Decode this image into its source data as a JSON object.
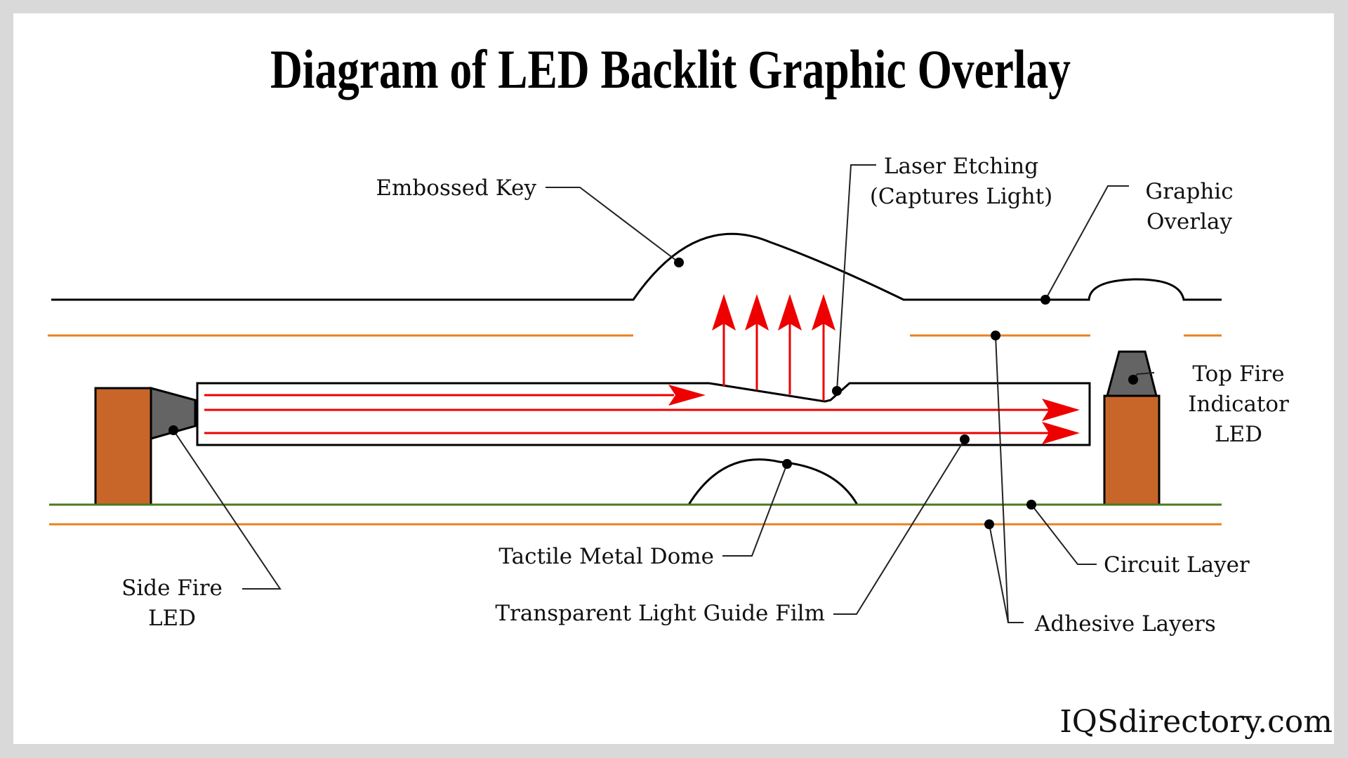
{
  "title": "Diagram of LED Backlit Graphic Overlay",
  "brand": "IQSdirectory.com",
  "colors": {
    "background": "#d9d9d9",
    "panel": "#ffffff",
    "overlay_line": "#000000",
    "adhesive": "#e8821f",
    "circuit": "#4a7a1c",
    "led_body": "#c8662a",
    "led_lens": "#646464",
    "light_arrows": "#ee0000"
  },
  "labels": {
    "embossed_key": "Embossed Key",
    "laser_etching_1": "Laser Etching",
    "laser_etching_2": "(Captures Light)",
    "graphic_overlay_1": "Graphic",
    "graphic_overlay_2": "Overlay",
    "top_fire_1": "Top Fire",
    "top_fire_2": "Indicator",
    "top_fire_3": "LED",
    "side_fire_1": "Side Fire",
    "side_fire_2": "LED",
    "tactile_dome": "Tactile Metal Dome",
    "light_guide": "Transparent Light Guide Film",
    "circuit_layer": "Circuit Layer",
    "adhesive_layers": "Adhesive Layers"
  }
}
